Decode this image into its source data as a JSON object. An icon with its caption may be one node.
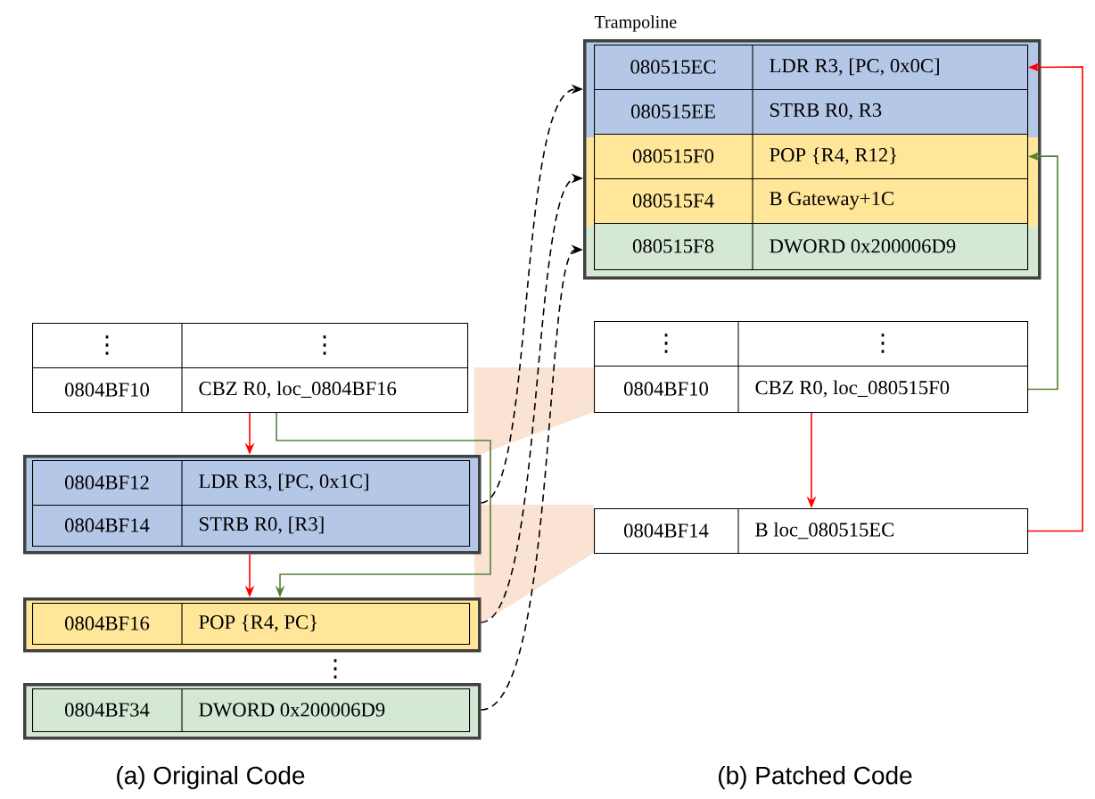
{
  "diagram": {
    "nodes": [
      {
        "text": [
          "⋮",
          "⋮"
        ]
      },
      {
        "text": [
          "0804BF10",
          "CBZ R0, loc_0804BF16"
        ]
      },
      {
        "text": [],
        "shape": "box"
      },
      {
        "text": [
          "0804BF12",
          "LDR R3, [PC, 0x1C]"
        ],
        "in": 2
      },
      {
        "text": [
          "0804BF14",
          "STRB R0, [R3]"
        ],
        "in": 2
      },
      {
        "text": [],
        "shape": "box"
      },
      {
        "text": [
          "0804BF16",
          "POP {R4, PC}"
        ],
        "in": 5
      },
      {
        "text": [],
        "shape": "box"
      },
      {
        "text": [
          "0804BF34",
          "DWORD 0x200006D9"
        ],
        "in": 7
      },
      {
        "text": [
          "Trampoline"
        ]
      },
      {
        "text": [
          "080515EC",
          "LDR R3, [PC, 0x0C]"
        ],
        "in": 9
      },
      {
        "text": [
          "080515EE",
          "STRB R0, R3"
        ],
        "in": 9
      },
      {
        "text": [
          "080515F0",
          "POP {R4, R12}"
        ],
        "in": 9
      },
      {
        "text": [
          "080515F4",
          "B Gateway+1C"
        ],
        "in": 9
      },
      {
        "text": [
          "080515F8",
          "DWORD 0x200006D9"
        ],
        "in": 9
      },
      {
        "text": [
          "⋮",
          "⋮"
        ]
      },
      {
        "text": [
          "0804BF10",
          "CBZ R0, loc_080515F0"
        ]
      },
      {
        "text": [
          "0804BF14",
          "B loc_080515EC"
        ]
      }
    ],
    "edges": [
      {
        "from": 1,
        "to": 2,
        "arrow": "to",
        "color": "#ff0000"
      },
      {
        "from": 2,
        "to": 5,
        "arrow": "to",
        "color": "#ff0000"
      },
      {
        "from": 1,
        "to": 5,
        "arrow": "to",
        "color": "#548235"
      },
      {
        "from": 2,
        "to": 9,
        "arrow": "to",
        "style": "dashed",
        "color": "#000000"
      },
      {
        "from": 5,
        "to": 9,
        "arrow": "to",
        "style": "dashed",
        "color": "#000000"
      },
      {
        "from": 7,
        "to": 9,
        "arrow": "to",
        "style": "dashed",
        "color": "#000000"
      },
      {
        "from": 16,
        "to": 17,
        "arrow": "to",
        "color": "#ff0000"
      },
      {
        "from": 17,
        "to": 10,
        "arrow": "to",
        "color": "#ff0000"
      },
      {
        "from": 16,
        "to": 12,
        "arrow": "to",
        "color": "#548235"
      }
    ],
    "labels": [
      "⋮",
      "(a) Original Code",
      "(b) Patched Code"
    ]
  }
}
